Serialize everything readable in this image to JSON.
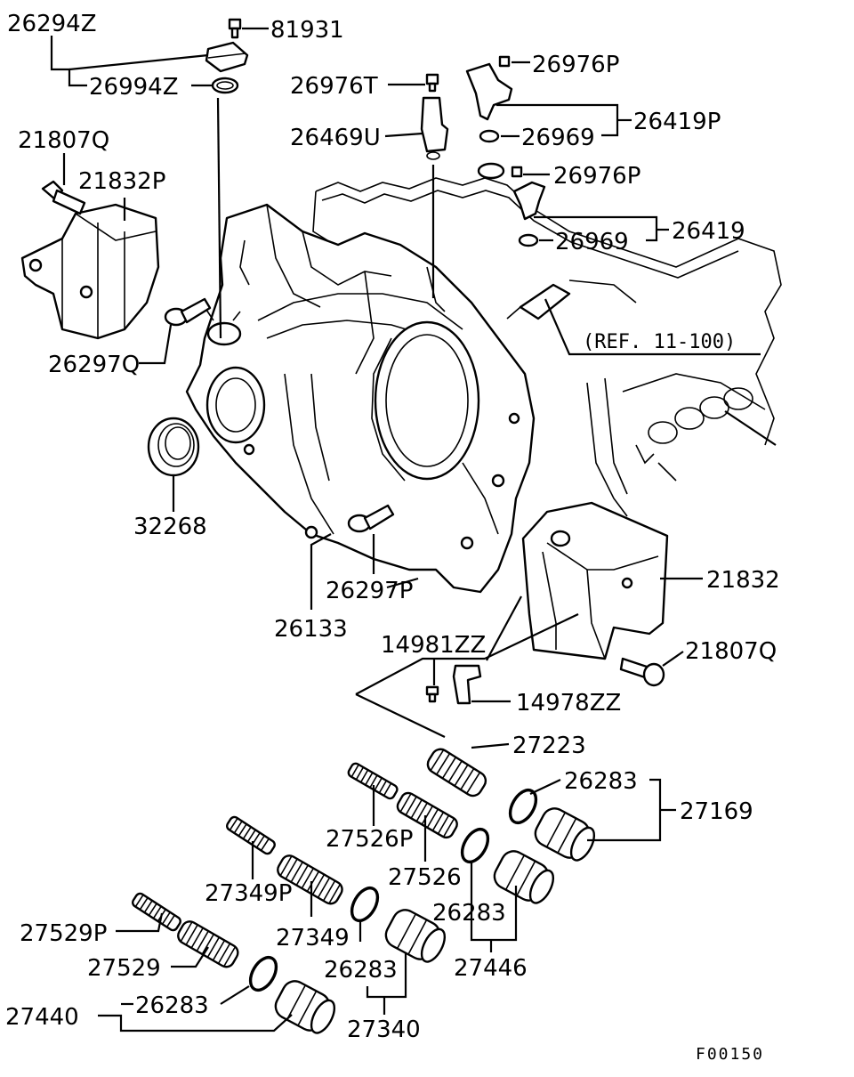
{
  "diagram": {
    "figure_code": "F00150",
    "reference": "(REF. 11-100)",
    "part_numbers": {
      "p26294Z": "26294Z",
      "p81931": "81931",
      "p26994Z": "26994Z",
      "p26976T": "26976T",
      "p26469U": "26469U",
      "p26976P_a": "26976P",
      "p26419P": "26419P",
      "p26969_a": "26969",
      "p26976P_b": "26976P",
      "p26419": "26419",
      "p26969_b": "26969",
      "p21807Q_a": "21807Q",
      "p21832P": "21832P",
      "p26297Q": "26297Q",
      "p32268": "32268",
      "p26297P": "26297P",
      "p26133": "26133",
      "p21832": "21832",
      "p21807Q_b": "21807Q",
      "p14981ZZ": "14981ZZ",
      "p14978ZZ": "14978ZZ",
      "p27223": "27223",
      "p26283_a": "26283",
      "p27169": "27169",
      "p27526P": "27526P",
      "p27526": "27526",
      "p26283_b": "26283",
      "p27446": "27446",
      "p27349P": "27349P",
      "p27349": "27349",
      "p26283_c": "26283",
      "p27340": "27340",
      "p27529P": "27529P",
      "p27529": "27529",
      "p26283_d": "26283",
      "p27440": "27440"
    }
  }
}
